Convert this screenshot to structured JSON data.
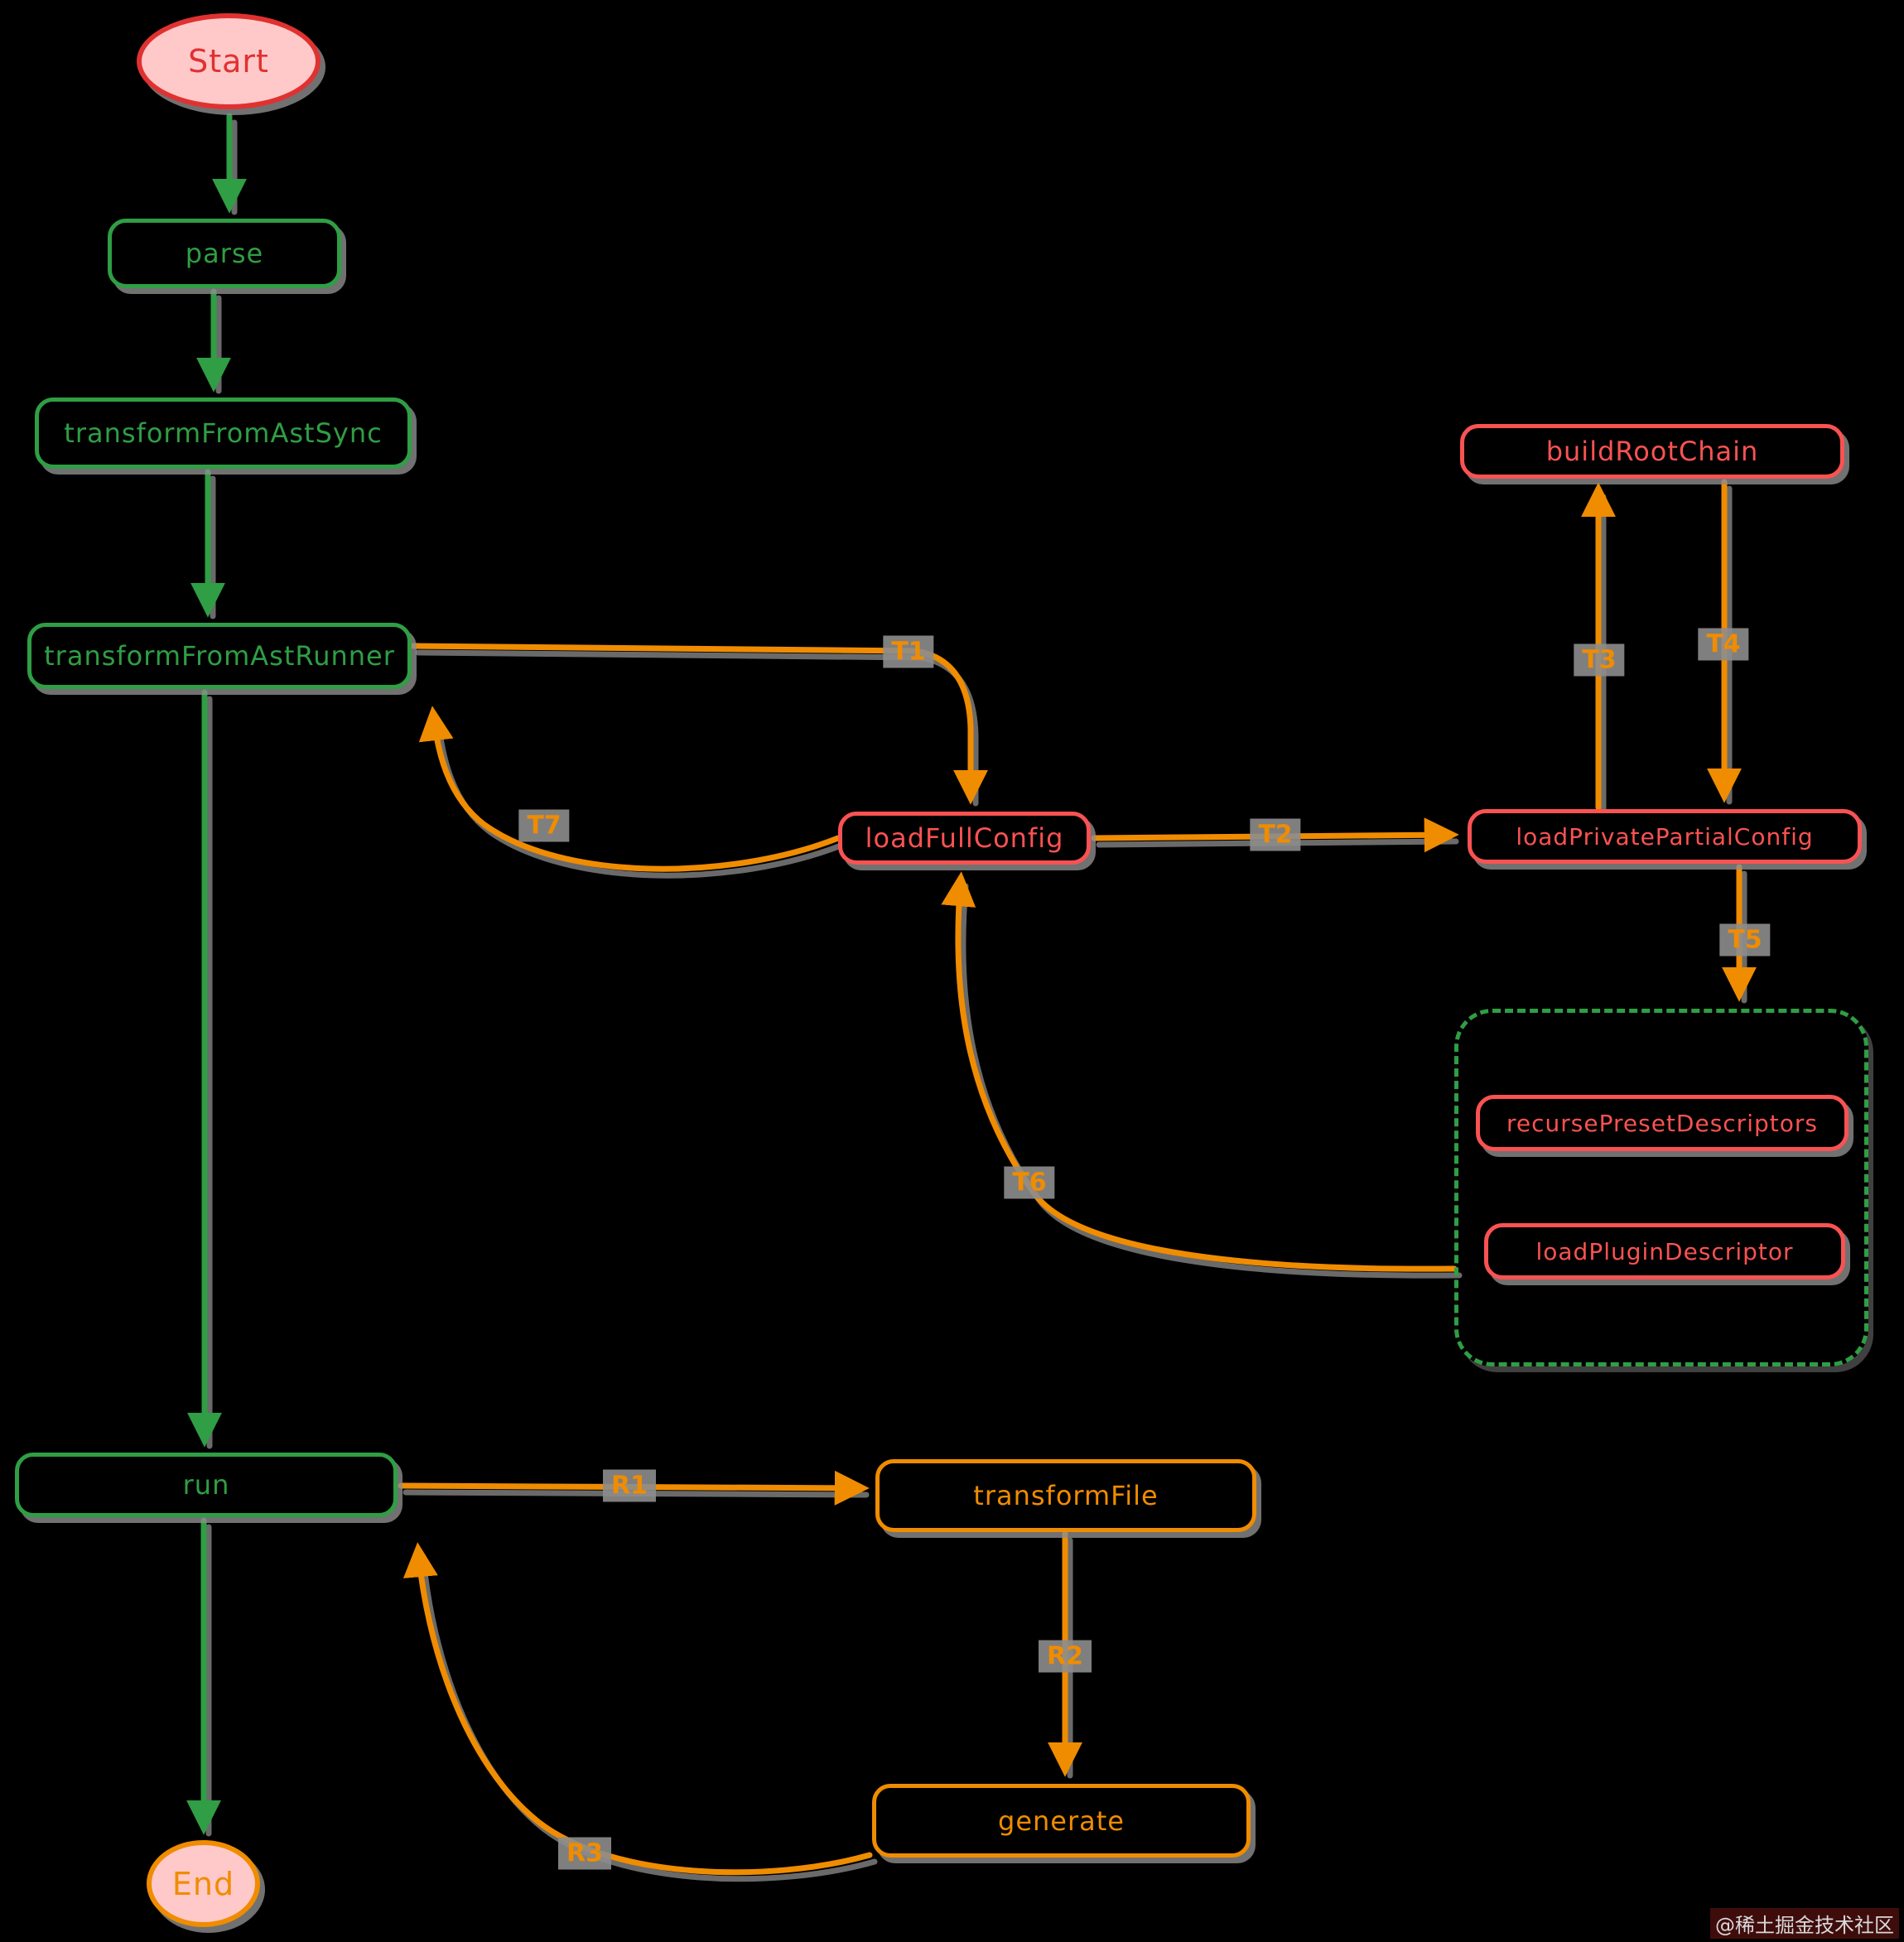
{
  "colors": {
    "background": "#000000",
    "green": "#2f9e44",
    "salmon_red": "#fa5252",
    "deep_red": "#e03131",
    "orange": "#f08c00",
    "ellipse_fill": "#ffc9c9"
  },
  "nodes": {
    "start": {
      "label": "Start"
    },
    "parse": {
      "label": "parse"
    },
    "transform_from_ast_sync": {
      "label": "transformFromAstSync"
    },
    "transform_from_ast_runner": {
      "label": "transformFromAstRunner"
    },
    "load_full_config": {
      "label": "loadFullConfig"
    },
    "build_root_chain": {
      "label": "buildRootChain"
    },
    "load_private_partial_config": {
      "label": "loadPrivatePartialConfig"
    },
    "recurse_preset_descriptors": {
      "label": "recursePresetDescriptors"
    },
    "load_plugin_descriptor": {
      "label": "loadPluginDescriptor"
    },
    "run": {
      "label": "run"
    },
    "transform_file": {
      "label": "transformFile"
    },
    "generate": {
      "label": "generate"
    },
    "end": {
      "label": "End"
    }
  },
  "edge_labels": {
    "t1": "T1",
    "t2": "T2",
    "t3": "T3",
    "t4": "T4",
    "t5": "T5",
    "t6": "T6",
    "t7": "T7",
    "r1": "R1",
    "r2": "R2",
    "r3": "R3"
  },
  "watermark": "@稀土掘金技术社区"
}
